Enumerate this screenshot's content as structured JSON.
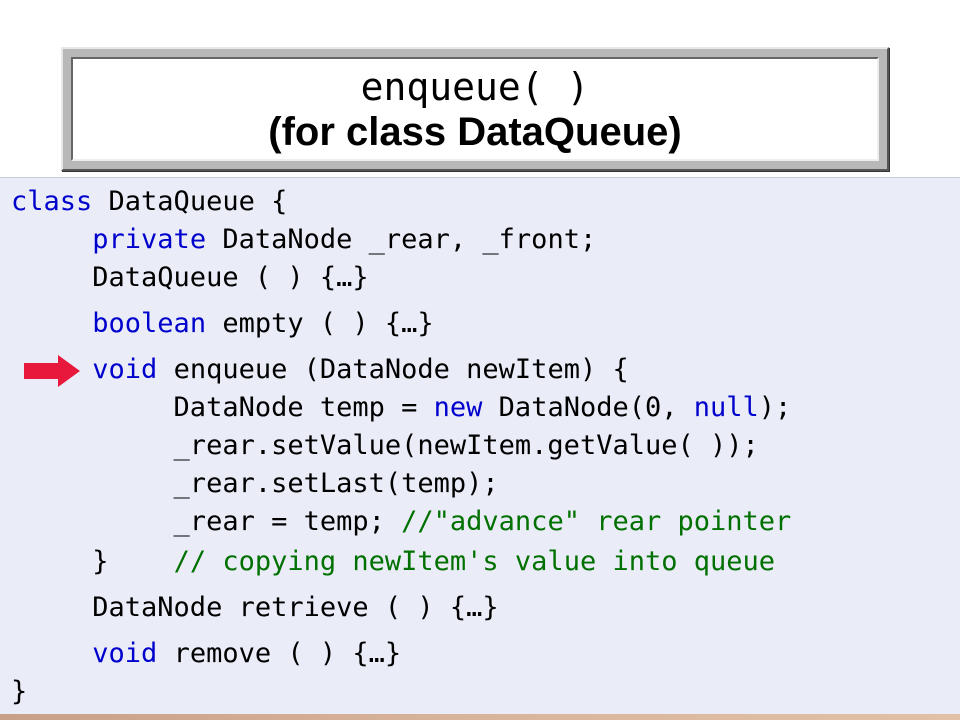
{
  "title": {
    "line1": "enqueue( )",
    "line2": "(for class DataQueue)"
  },
  "code": {
    "l1_kw": "class",
    "l1_rest": " DataQueue {",
    "l2_indent": "     ",
    "l2_kw": "private",
    "l2_rest": " DataNode _rear, _front;",
    "l3": "     DataQueue ( ) {…}",
    "l4_indent": "     ",
    "l4_kw": "boolean",
    "l4_rest": " empty ( ) {…}",
    "l5_indent": "     ",
    "l5_kw": "void",
    "l5_rest": " enqueue (DataNode newItem) {",
    "l6_a": "          DataNode temp = ",
    "l6_kw1": "new",
    "l6_b": " DataNode(0, ",
    "l6_kw2": "null",
    "l6_c": ");",
    "l7": "          _rear.setValue(newItem.getValue( ));",
    "l8": "          _rear.setLast(temp);",
    "l9_a": "          _rear = temp; ",
    "l9_cm": "//\"advance\" rear pointer",
    "l10_a": "     }    ",
    "l10_cm": "// copying newItem's value into queue",
    "l11": "     DataNode retrieve ( ) {…}",
    "l12_indent": "     ",
    "l12_kw": "void",
    "l12_rest": " remove ( ) {…}",
    "l13": "}"
  },
  "colors": {
    "keyword": "#0000cc",
    "comment": "#007000",
    "arrow": "#e8183c",
    "panel_bg": "#eaedf8"
  },
  "icons": {
    "pointer": "right-arrow-icon"
  }
}
